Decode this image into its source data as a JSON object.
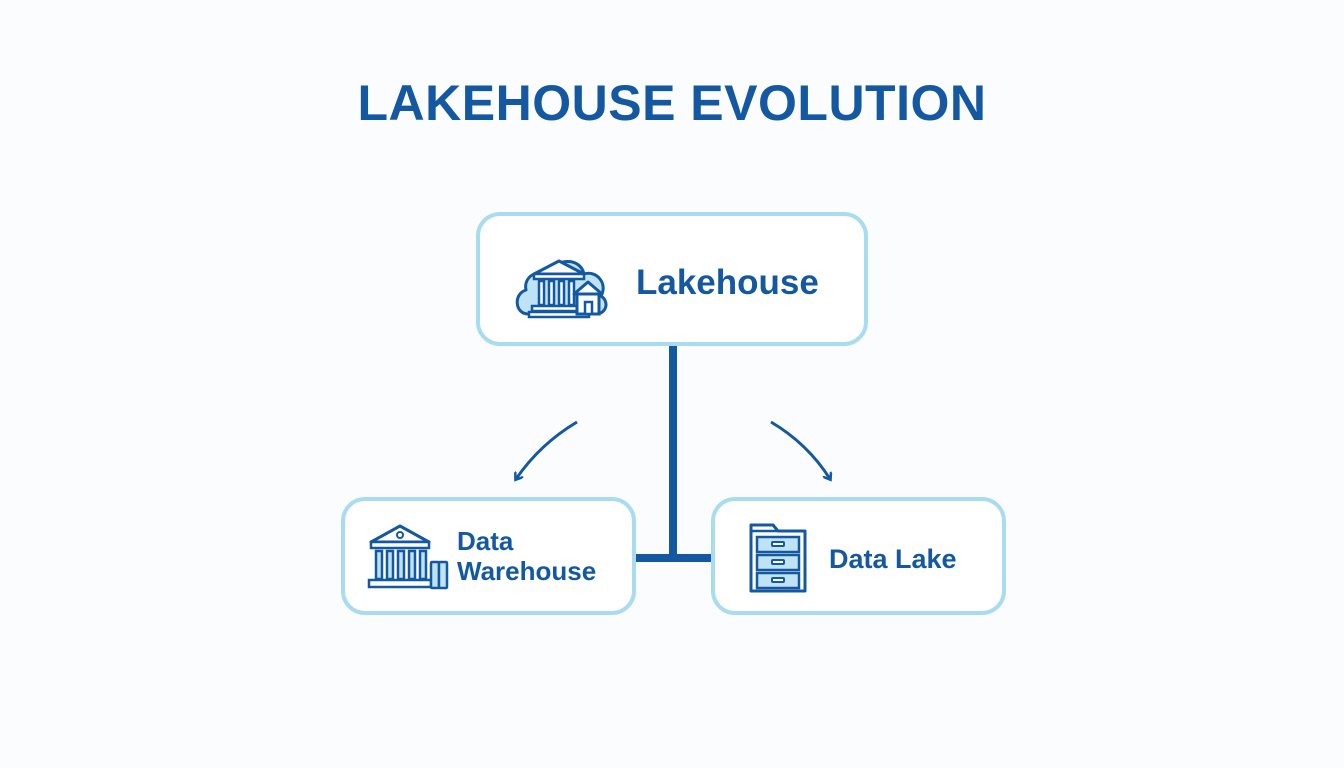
{
  "title": "LAKEHOUSE EVOLUTION",
  "nodes": {
    "lakehouse": {
      "label": "Lakehouse",
      "icon": "cloud-bank-house-icon"
    },
    "data_warehouse": {
      "label_line1": "Data",
      "label_line2": "Warehouse",
      "icon": "bank-building-icon"
    },
    "data_lake": {
      "label": "Data Lake",
      "icon": "file-cabinet-icon"
    }
  },
  "colors": {
    "primary": "#1558a2",
    "node_border": "#a9dcf0",
    "icon_fill": "#bfe3f5",
    "background": "#fbfcfd"
  }
}
